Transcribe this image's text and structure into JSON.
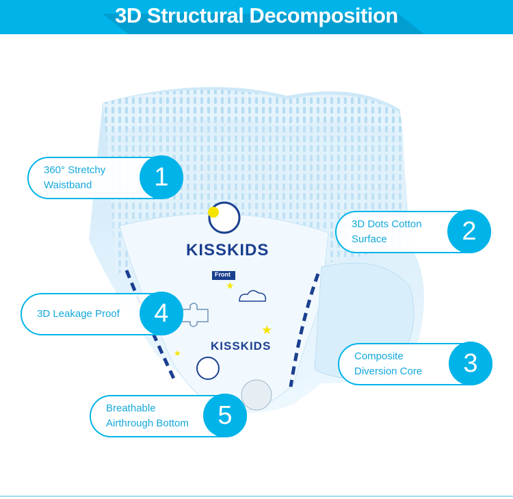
{
  "header": {
    "title": "3D Structural Decomposition"
  },
  "brand": {
    "logo_text": "KISSKIDS",
    "front_label": "Front"
  },
  "features": [
    {
      "number": "1",
      "line1": "360° Stretchy",
      "line2": "Waistband"
    },
    {
      "number": "2",
      "line1": "3D Dots Cotton",
      "line2": "Surface"
    },
    {
      "number": "3",
      "line1": "Composite",
      "line2": "Diversion Core"
    },
    {
      "number": "4",
      "line1": "3D Leakage Proof",
      "line2": ""
    },
    {
      "number": "5",
      "line1": "Breathable",
      "line2": "Airthrough Bottom"
    }
  ],
  "colors": {
    "accent": "#00b3e9",
    "text": "#15a8dc",
    "diaper": "#dff0fb",
    "navy": "#1a3f8f",
    "yellow": "#f5e400"
  }
}
